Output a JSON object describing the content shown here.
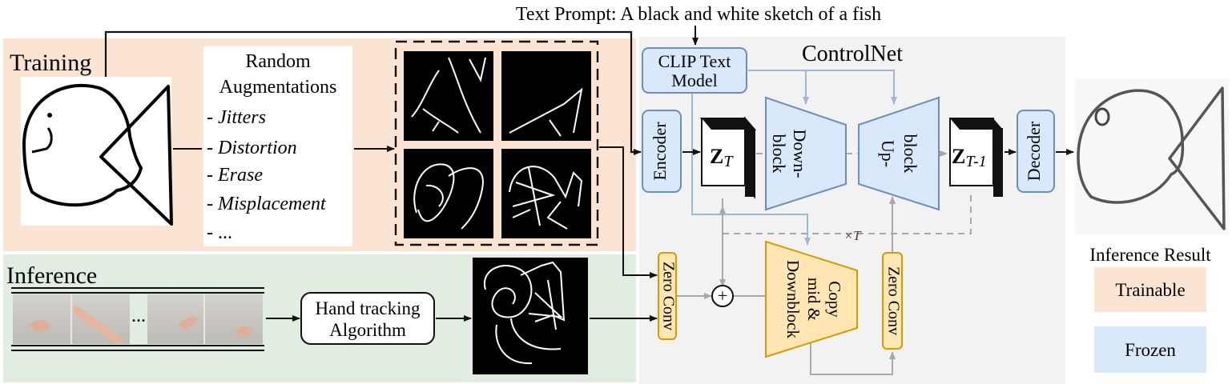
{
  "prompt": {
    "text": "Text Prompt: A black and white sketch of a fish"
  },
  "sections": {
    "training": "Training",
    "inference": "Inference",
    "controlnet": "ControlNet"
  },
  "augmentations": {
    "title_line1": "Random",
    "title_line2": "Augmentations",
    "items": [
      "- Jitters",
      "- Distortion",
      "- Erase",
      "- Misplacement",
      "- ..."
    ]
  },
  "blocks": {
    "clip_line1": "CLIP Text",
    "clip_line2": "Model",
    "encoder": "Encoder",
    "downblock_line1": "Down-",
    "downblock_line2": "block",
    "upblock_line1": "Up-",
    "upblock_line2": "block",
    "decoder": "Decoder",
    "zero_conv_left": "Zero Conv",
    "zero_conv_right": "Zero Conv",
    "copy_line1": "Copy",
    "copy_line2": "mid &",
    "copy_line3": "Downblock",
    "hand_line1": "Hand tracking",
    "hand_line2": "Algorithm",
    "z_t": "Z",
    "z_t_sub": "T",
    "z_t1": "Z",
    "z_t1_sub": "T-1",
    "times_t": "×T",
    "plus": "+",
    "video_ellipsis": "..."
  },
  "legend": {
    "result": "Inference Result",
    "trainable": "Trainable",
    "frozen": "Frozen"
  },
  "colors": {
    "trainable_bg": "#fbe5d2",
    "inference_bg": "#e1ede0",
    "controlnet_bg": "#f2f2f2",
    "frozen_fill": "#dae8fc",
    "frozen_stroke": "#6c8ebf",
    "trainable_fill": "#ffe6b3",
    "trainable_stroke": "#d79b00",
    "arrow_blue": "#9fb6d6",
    "arrow_gray": "#a8a8a8"
  }
}
